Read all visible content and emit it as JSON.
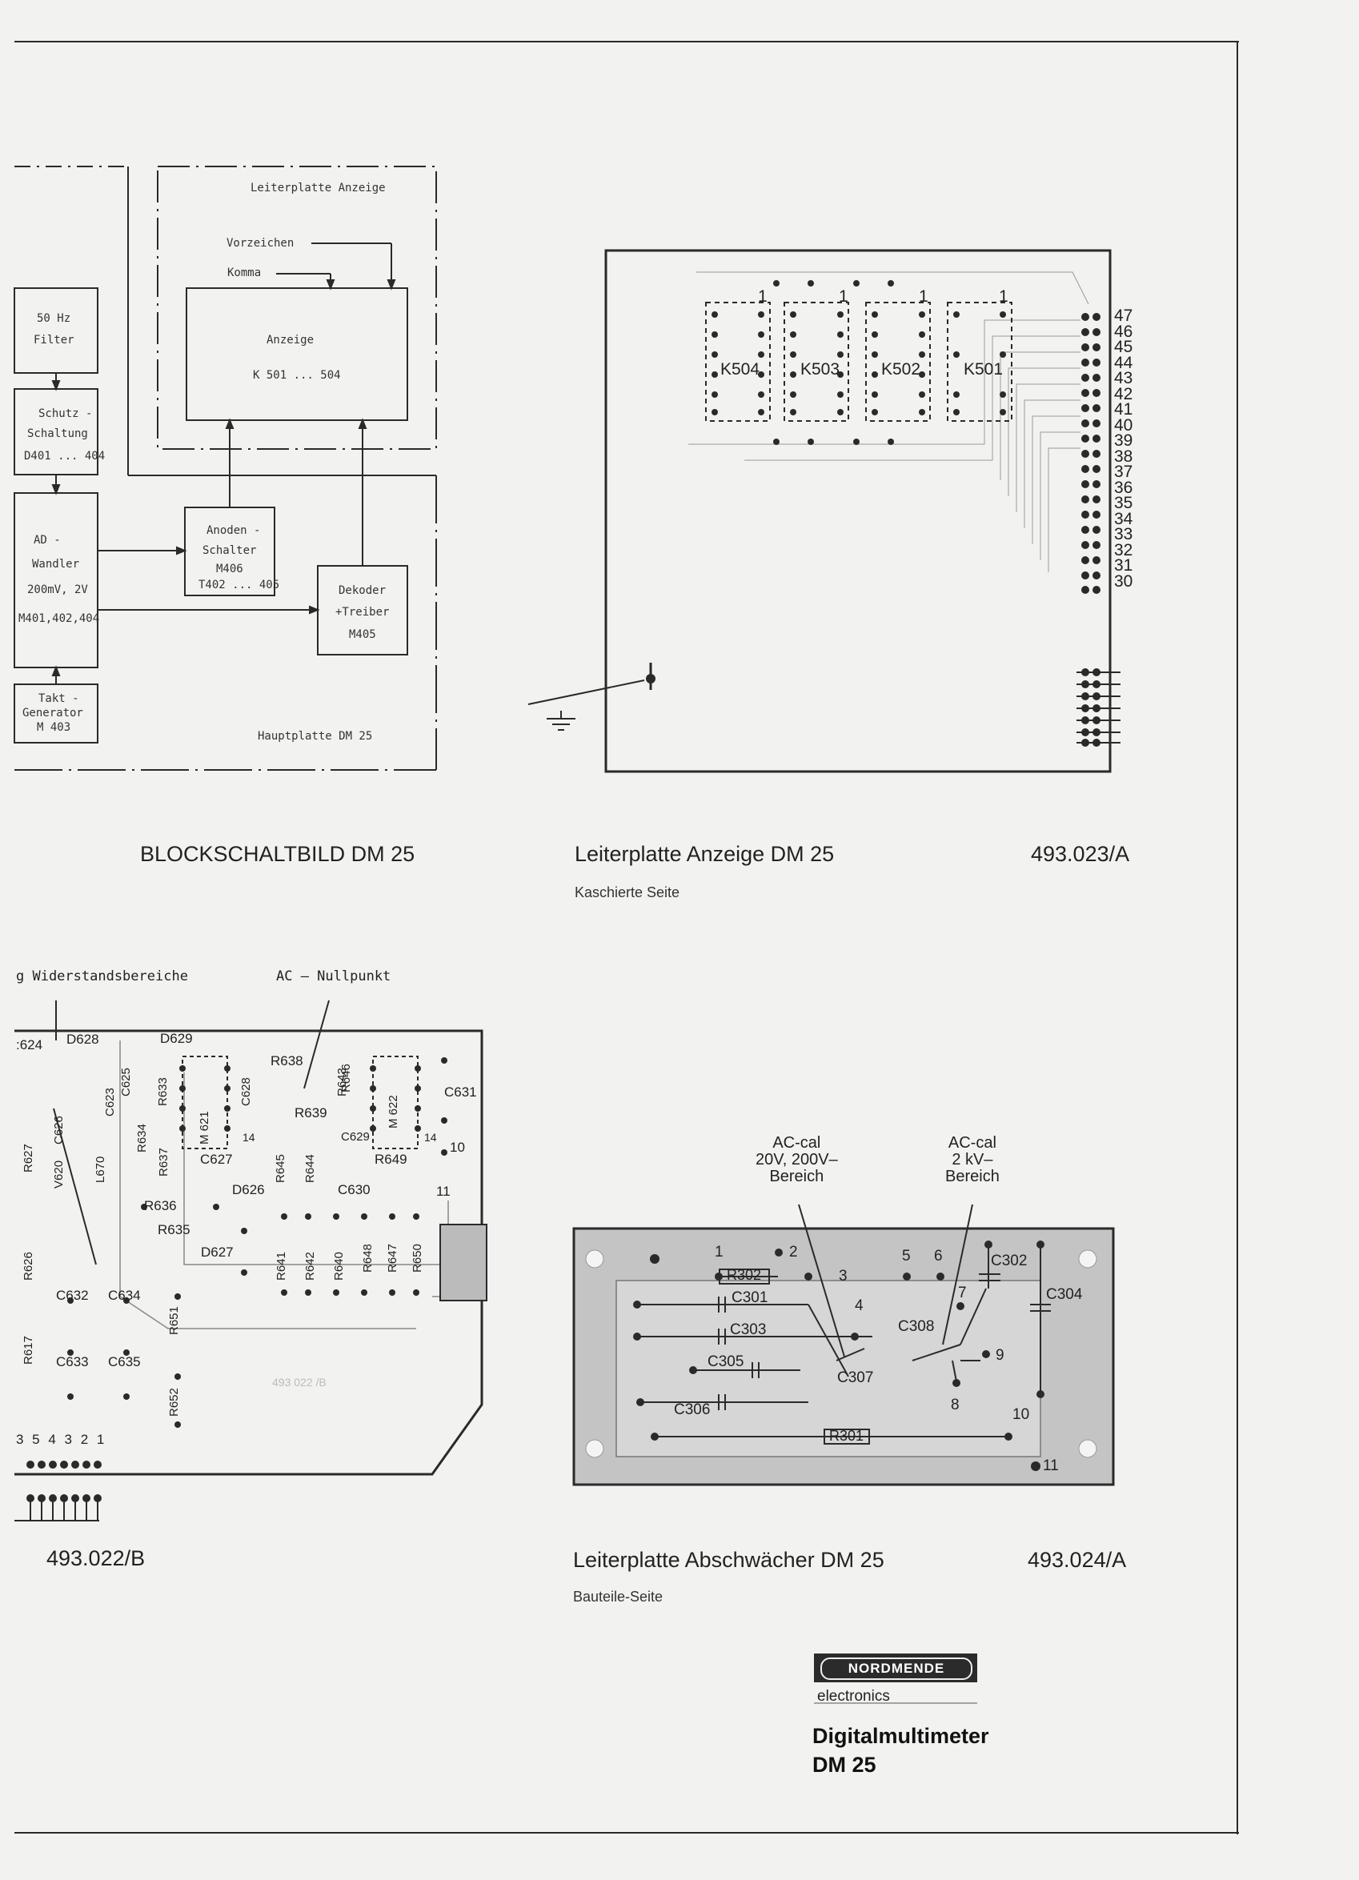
{
  "block_diagram": {
    "display_board_label": "Leiterplatte Anzeige",
    "sign_label": "Vorzeichen",
    "comma_label": "Komma",
    "display_title": "Anzeige",
    "display_parts": "K 501 ... 504",
    "filter_label_1": "50 Hz",
    "filter_label_2": "Filter",
    "protect_label_1": "Schutz -",
    "protect_label_2": "Schaltung",
    "protect_label_3": "D401 ... 404",
    "adc_label_1": "AD -",
    "adc_label_2": "Wandler",
    "adc_label_3": "200mV, 2V",
    "adc_label_4": "M401,402,404",
    "anode_label_1": "Anoden -",
    "anode_label_2": "Schalter",
    "anode_label_3": "M406",
    "anode_label_4": "T402 ... 405",
    "decoder_label_1": "Dekoder",
    "decoder_label_2": "+Treiber",
    "decoder_label_3": "M405",
    "clock_label_1": "Takt -",
    "clock_label_2": "Generator",
    "clock_label_3": "M 403",
    "main_board_label": "Hauptplatte  DM 25"
  },
  "display_pcb": {
    "chips": [
      "K504",
      "K503",
      "K502",
      "K501"
    ],
    "pin1_marker": "1",
    "pins": [
      "47",
      "46",
      "45",
      "44",
      "43",
      "42",
      "41",
      "40",
      "39",
      "38",
      "37",
      "36",
      "35",
      "34",
      "33",
      "32",
      "31",
      "30"
    ]
  },
  "main_pcb": {
    "label_resistance": "g  Widerstandsbereiche",
    "label_ac_zero": "AC – Nullpunkt",
    "components": {
      "c624": ":624",
      "d628": "D628",
      "d629": "D629",
      "r638": "R638",
      "c631": "C631",
      "c627": "C627",
      "d626": "D626",
      "c630": "C630",
      "c629": "C629",
      "r636": "R636",
      "r635": "R635",
      "d627": "D627",
      "r639": "R639",
      "r649": "R649",
      "c632": "C632",
      "c634": "C634",
      "c633": "C633",
      "c635": "C635",
      "pin10": "10",
      "pin11": "11",
      "n14a": "14",
      "n14b": "14"
    },
    "vertical_parts": [
      "C626",
      "V620",
      "R627",
      "L670",
      "C623",
      "C625",
      "R634",
      "R633",
      "R637",
      "M 621",
      "C628",
      "R643",
      "R646",
      "R645",
      "R644",
      "M 622",
      "R641",
      "R642",
      "R640",
      "R648",
      "R647",
      "R650",
      "R626",
      "R617",
      "R651",
      "R652"
    ],
    "edge_pins": "3 5 4 3 2 1",
    "faint_ref": "493 022 /B"
  },
  "attenuator_pcb": {
    "annot_left_1": "AC-cal",
    "annot_left_2": "20V, 200V–",
    "annot_left_3": "Bereich",
    "annot_right_1": "AC-cal",
    "annot_right_2": "2 kV–",
    "annot_right_3": "Bereich",
    "components": {
      "r302": "R302",
      "c301": "C301",
      "c303": "C303",
      "c305": "C305",
      "c306": "C306",
      "c307": "C307",
      "c308": "C308",
      "c302": "C302",
      "c304": "C304",
      "r301": "R301"
    },
    "nodes": {
      "n1": "1",
      "n2": "2",
      "n3": "3",
      "n4": "4",
      "n5": "5",
      "n6": "6",
      "n7": "7",
      "n8": "8",
      "n9": "9",
      "n10": "10",
      "n11": "11"
    }
  },
  "captions": {
    "block": "BLOCKSCHALTBILD DM 25",
    "display_title": "Leiterplatte Anzeige DM 25",
    "display_sub": "Kaschierte  Seite",
    "display_code": "493.023/A",
    "main_code": "493.022/B",
    "atten_title": "Leiterplatte Abschwächer DM 25",
    "atten_sub": "Bauteile-Seite",
    "atten_code": "493.024/A"
  },
  "brand": {
    "logo": "NORDMENDE",
    "sub": "electronics",
    "product_1": "Digitalmultimeter",
    "product_2": "DM 25"
  }
}
